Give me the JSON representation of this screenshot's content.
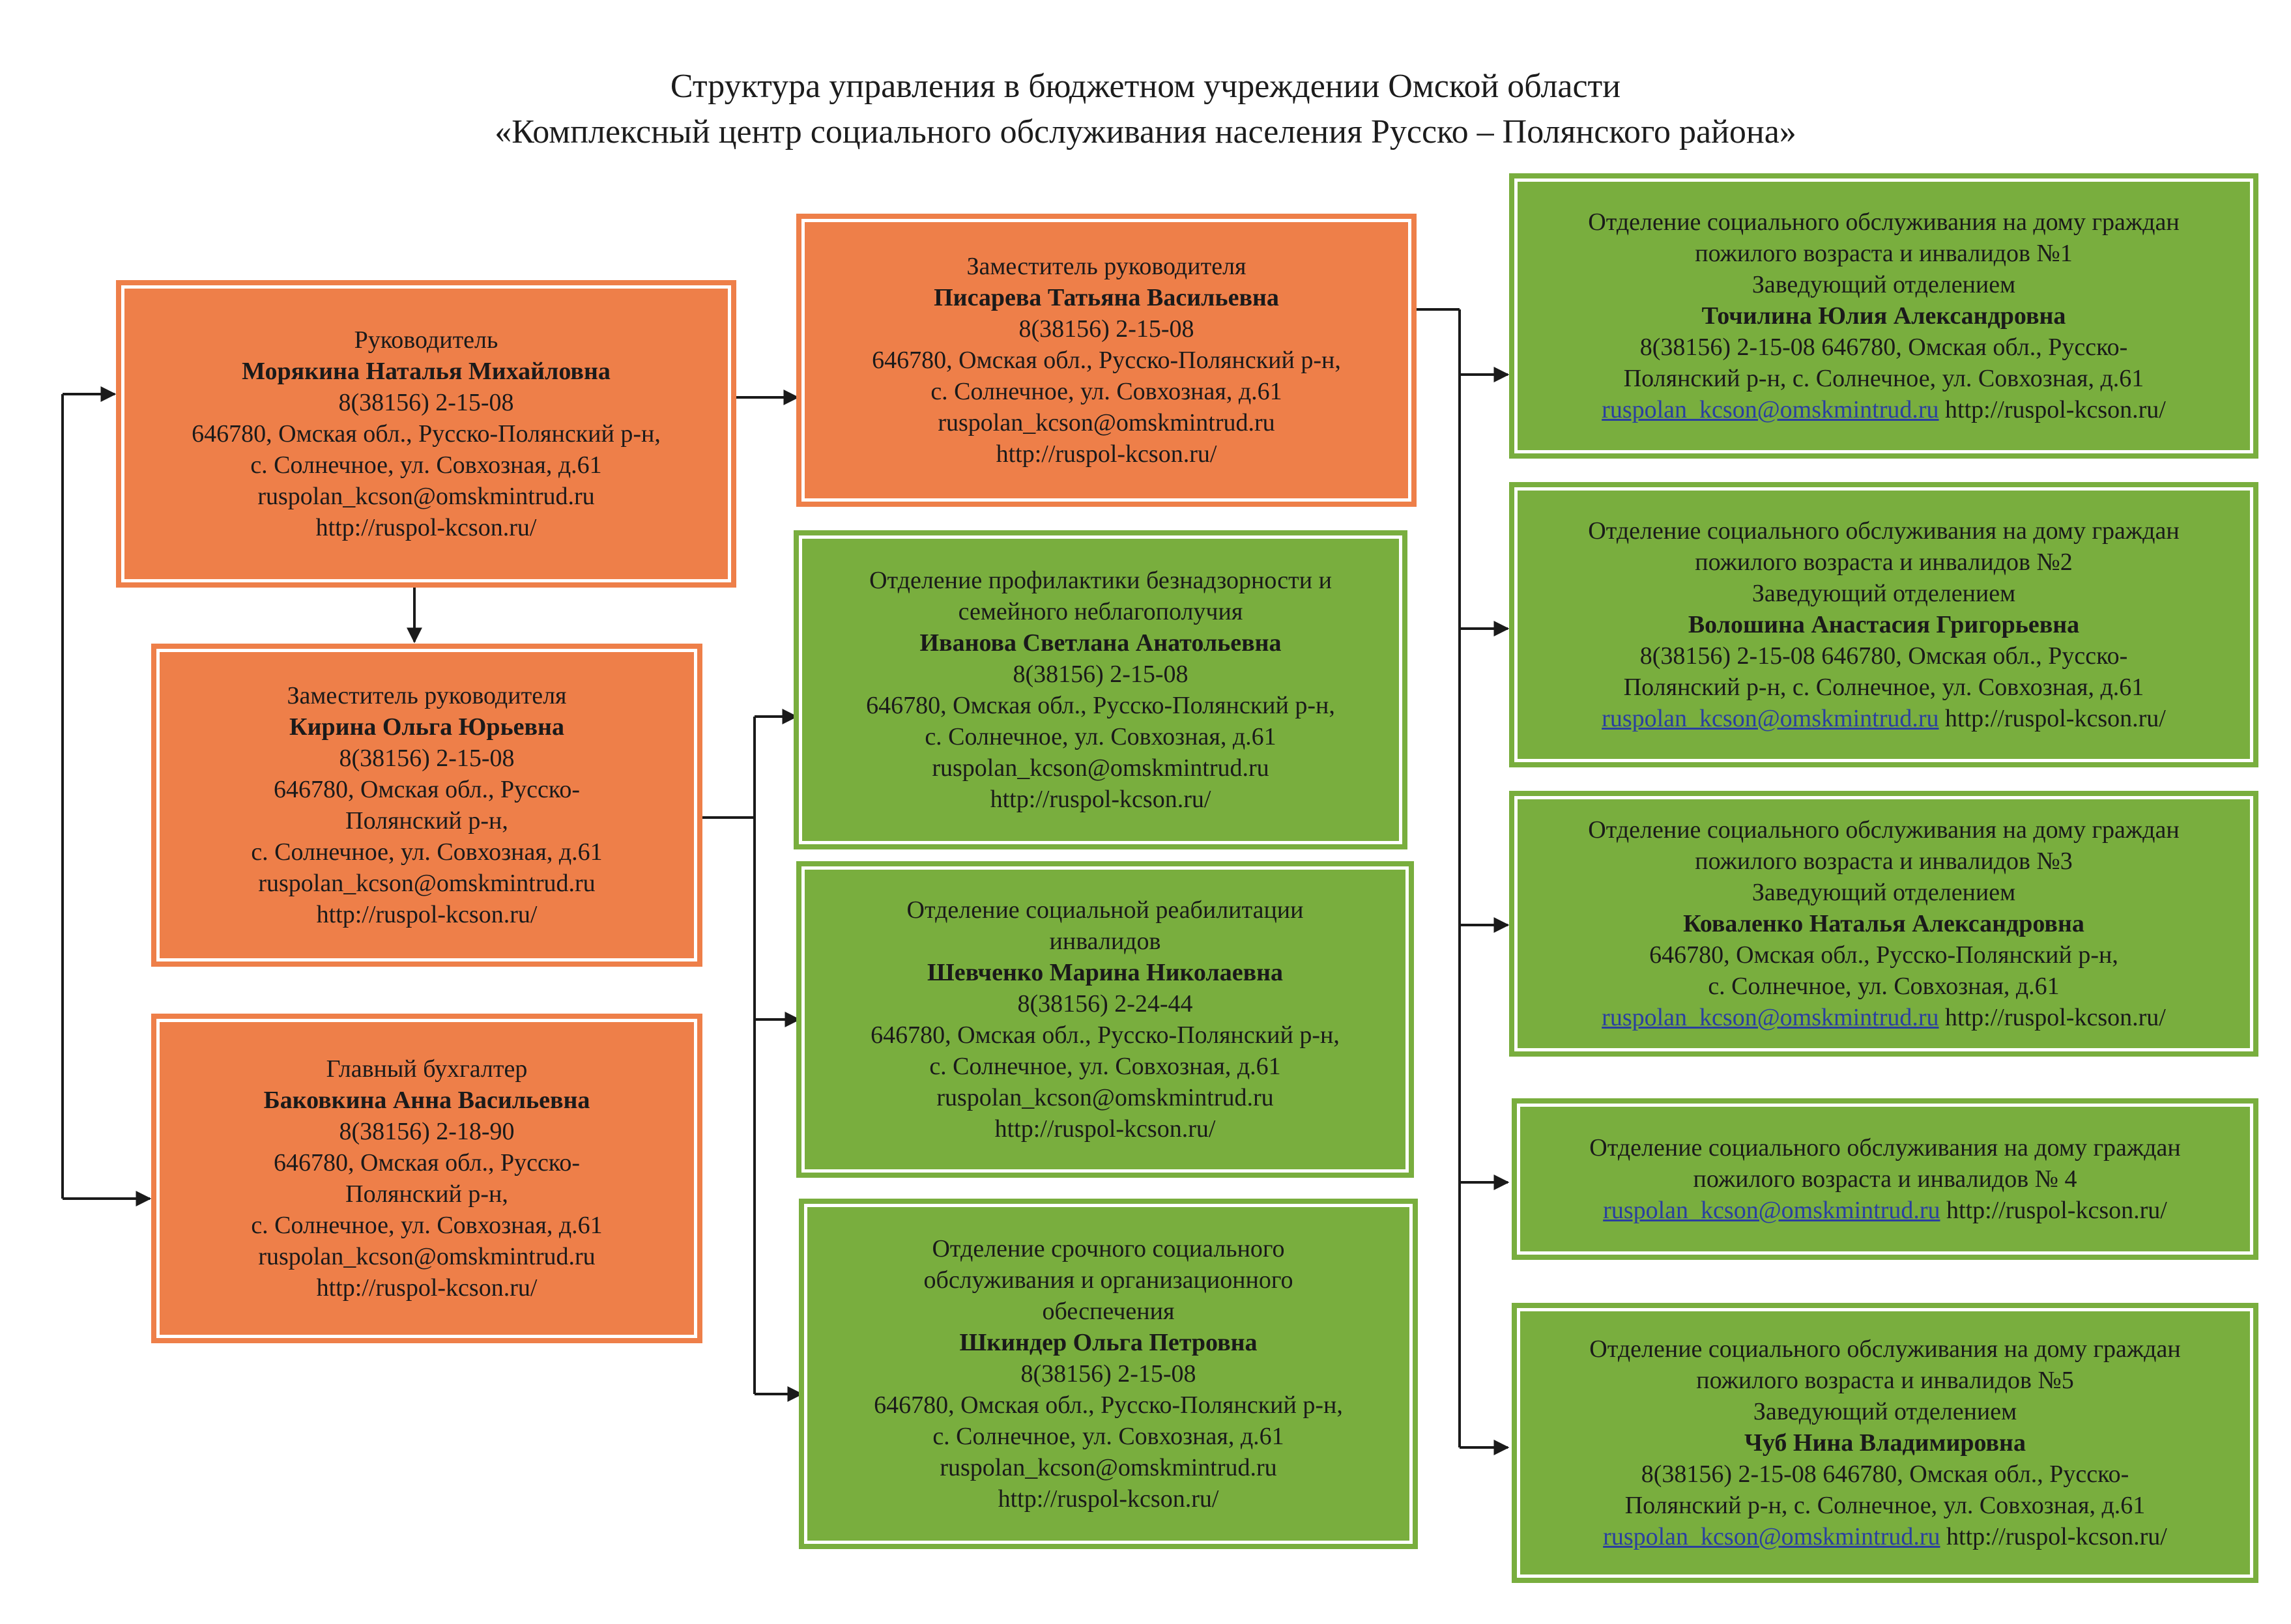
{
  "title": {
    "line1": "Структура управления в бюджетном учреждении Омской области",
    "line2": "«Комплексный центр социального обслуживания населения Русско – Полянского района»"
  },
  "colors": {
    "orange": "#ee7f49",
    "green": "#79ae3e",
    "line": "#1a1a1a"
  },
  "nodes": {
    "director": {
      "role": "Руководитель",
      "name": "Морякина Наталья Михайловна",
      "phone": "8(38156) 2-15-08",
      "addr1": "646780, Омская обл., Русско-Полянский р-н,",
      "addr2": "с. Солнечное, ул. Совхозная, д.61",
      "email": "ruspolan_kcson@omskmintrud.ru",
      "site": "http://ruspol-kcson.ru/"
    },
    "deputy_pisareva": {
      "role": "Заместитель руководителя",
      "name": "Писарева Татьяна Васильевна",
      "phone": "8(38156) 2-15-08",
      "addr1": "646780, Омская обл., Русско-Полянский р-н,",
      "addr2": "с. Солнечное, ул. Совхозная, д.61",
      "email": "ruspolan_kcson@omskmintrud.ru",
      "site": "http://ruspol-kcson.ru/"
    },
    "deputy_kirina": {
      "role": "Заместитель руководителя",
      "name": "Кирина Ольга Юрьевна",
      "phone": "8(38156) 2-15-08",
      "addr1": "646780, Омская обл., Русско-",
      "addr2": "Полянский р-н,",
      "addr3": "с. Солнечное, ул. Совхозная, д.61",
      "email": "ruspolan_kcson@omskmintrud.ru",
      "site": "http://ruspol-kcson.ru/"
    },
    "accountant": {
      "role": "Главный бухгалтер",
      "name": "Баковкина Анна Васильевна",
      "phone": "8(38156) 2-18-90",
      "addr1": "646780, Омская обл., Русско-",
      "addr2": "Полянский р-н,",
      "addr3": "с. Солнечное, ул. Совхозная, д.61",
      "email": "ruspolan_kcson@omskmintrud.ru",
      "site": "http://ruspol-kcson.ru/"
    },
    "prevention": {
      "dept1": "Отделение профилактики безнадзорности и",
      "dept2": "семейного неблагополучия",
      "name": "Иванова Светлана Анатольевна",
      "phone": "8(38156) 2-15-08",
      "addr1": "646780, Омская обл., Русско-Полянский р-н,",
      "addr2": "с. Солнечное, ул. Совхозная, д.61",
      "email": "ruspolan_kcson@omskmintrud.ru",
      "site": "http://ruspol-kcson.ru/"
    },
    "rehab": {
      "dept1": "Отделение социальной реабилитации",
      "dept2": "инвалидов",
      "name": "Шевченко Марина Николаевна",
      "phone": "8(38156) 2-24-44",
      "addr1": "646780, Омская обл., Русско-Полянский р-н,",
      "addr2": "с. Солнечное, ул. Совхозная, д.61",
      "email": "ruspolan_kcson@omskmintrud.ru",
      "site": "http://ruspol-kcson.ru/"
    },
    "urgent": {
      "dept1": "Отделение срочного социального",
      "dept2": "обслуживания  и организационного",
      "dept3": "обеспечения",
      "name": "Шкиндер Ольга Петровна",
      "phone": "8(38156) 2-15-08",
      "addr1": "646780, Омская обл., Русско-Полянский р-н,",
      "addr2": "с. Солнечное, ул. Совхозная, д.61",
      "email": "ruspolan_kcson@omskmintrud.ru",
      "site": "http://ruspol-kcson.ru/"
    },
    "home1": {
      "dept1": "Отделение социального обслуживания на дому граждан",
      "dept2": "пожилого возраста и инвалидов №1",
      "head": "Заведующий отделением",
      "name": "Точилина Юлия Александровна",
      "line_a": "8(38156) 2-15-08 646780, Омская обл., Русско-",
      "line_b": "Полянский р-н, с. Солнечное, ул. Совхозная, д.61",
      "email": "ruspolan_kcson@omskmintrud.ru",
      "site": "http://ruspol-kcson.ru/"
    },
    "home2": {
      "dept1": "Отделение социального обслуживания на дому граждан",
      "dept2": "пожилого возраста и инвалидов №2",
      "head": "Заведующий отделением",
      "name": "Волошина Анастасия Григорьевна",
      "line_a": "8(38156) 2-15-08 646780, Омская обл., Русско-",
      "line_b": "Полянский р-н, с. Солнечное, ул. Совхозная, д.61",
      "email": "ruspolan_kcson@omskmintrud.ru",
      "site": "http://ruspol-kcson.ru/"
    },
    "home3": {
      "dept1": "Отделение социального обслуживания на дому граждан",
      "dept2": "пожилого возраста и инвалидов №3",
      "head": "Заведующий отделением",
      "name": "Коваленко Наталья Александровна",
      "line_a": "646780, Омская обл., Русско-Полянский р-н,",
      "line_b": "с. Солнечное, ул. Совхозная, д.61",
      "email": "ruspolan_kcson@omskmintrud.ru",
      "site": "http://ruspol-kcson.ru/"
    },
    "home4": {
      "dept1": "Отделение социального обслуживания на дому граждан",
      "dept2": "пожилого возраста и инвалидов № 4",
      "email": "ruspolan_kcson@omskmintrud.ru",
      "site": "http://ruspol-kcson.ru/"
    },
    "home5": {
      "dept1": "Отделение социального обслуживания на дому граждан",
      "dept2": "пожилого возраста и инвалидов №5",
      "head": "Заведующий отделением",
      "name": "Чуб Нина Владимировна",
      "line_a": "8(38156) 2-15-08 646780, Омская обл., Русско-",
      "line_b": "Полянский р-н, с. Солнечное, ул. Совхозная, д.61",
      "email": "ruspolan_kcson@omskmintrud.ru",
      "site": "http://ruspol-kcson.ru/"
    }
  }
}
